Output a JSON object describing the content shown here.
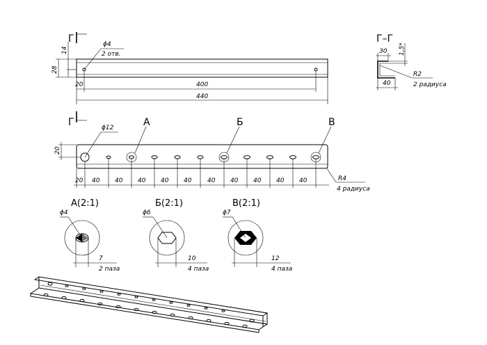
{
  "top_view": {
    "section_mark_top": "Г",
    "hole_note_dia": "ϕ4",
    "hole_note_count": "2 отв.",
    "dim_14": "14",
    "dim_28": "28",
    "dim_20": "20",
    "dim_400": "400",
    "dim_440": "440"
  },
  "section_view": {
    "title": "Г–Г",
    "dim_30": "30",
    "dim_15": "1,5*",
    "dim_40": "40",
    "radius": "R2",
    "radius_note": "2 радиуса"
  },
  "front_view": {
    "section_mark_bottom": "Г",
    "hole_dia": "ϕ12",
    "mark_a": "А",
    "mark_b": "Б",
    "mark_v": "В",
    "dim_height": "20",
    "pitch_labels": [
      "20",
      "40",
      "40",
      "40",
      "40",
      "40",
      "40",
      "40",
      "40",
      "40",
      "40"
    ],
    "radius": "R4",
    "radius_note": "4 радиуса"
  },
  "details": [
    {
      "title": "А(2:1)",
      "dia": "ϕ4",
      "width": "7",
      "note": "2 паза"
    },
    {
      "title": "Б(2:1)",
      "dia": "ϕ6",
      "width": "10",
      "note": "4 паза"
    },
    {
      "title": "В(2:1)",
      "dia": "ϕ7",
      "width": "12",
      "note": "4 паза"
    }
  ]
}
